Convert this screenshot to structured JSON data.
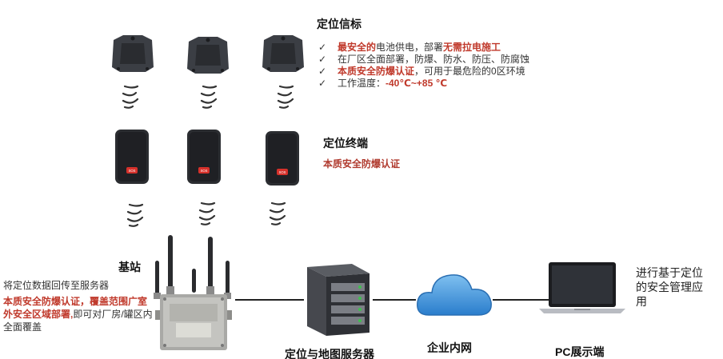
{
  "beacon_section": {
    "title": "定位信标",
    "features": [
      {
        "check": "✓",
        "parts": [
          {
            "text": "最安全的",
            "red": true
          },
          {
            "text": "电池供电，部署",
            "red": false
          },
          {
            "text": "无需拉电施工",
            "red": true
          }
        ]
      },
      {
        "check": "✓",
        "parts": [
          {
            "text": "在厂区全面部署，防爆、防水、防压、防腐蚀",
            "red": false
          }
        ]
      },
      {
        "check": "✓",
        "parts": [
          {
            "text": "本质安全防爆认证",
            "red": true
          },
          {
            "text": "，可用于最危险的0区环境",
            "red": false
          }
        ]
      },
      {
        "check": "✓",
        "parts": [
          {
            "text": "工作温度：",
            "red": false
          },
          {
            "text": "-40℃~+85 ℃",
            "red": true
          }
        ]
      }
    ]
  },
  "terminal_section": {
    "title": "定位终端",
    "certification": "本质安全防爆认证",
    "button_label": "SOS"
  },
  "base_station": {
    "title": "基站",
    "desc_line1": "将定位数据回传至服务器",
    "desc_red": "本质安全防爆认证，覆盖范围广室外安全区域部署,",
    "desc_tail": "即可对厂房/罐区内全面覆盖"
  },
  "server": {
    "caption": "定位与地图服务器"
  },
  "network": {
    "caption": "企业内网"
  },
  "pc": {
    "caption": "PC展示端",
    "description": "进行基于定位的安全管理应用"
  },
  "colors": {
    "accent_red": "#c0392b",
    "cloud_blue": "#3a8fd8",
    "device_dark": "#2b2d31"
  }
}
